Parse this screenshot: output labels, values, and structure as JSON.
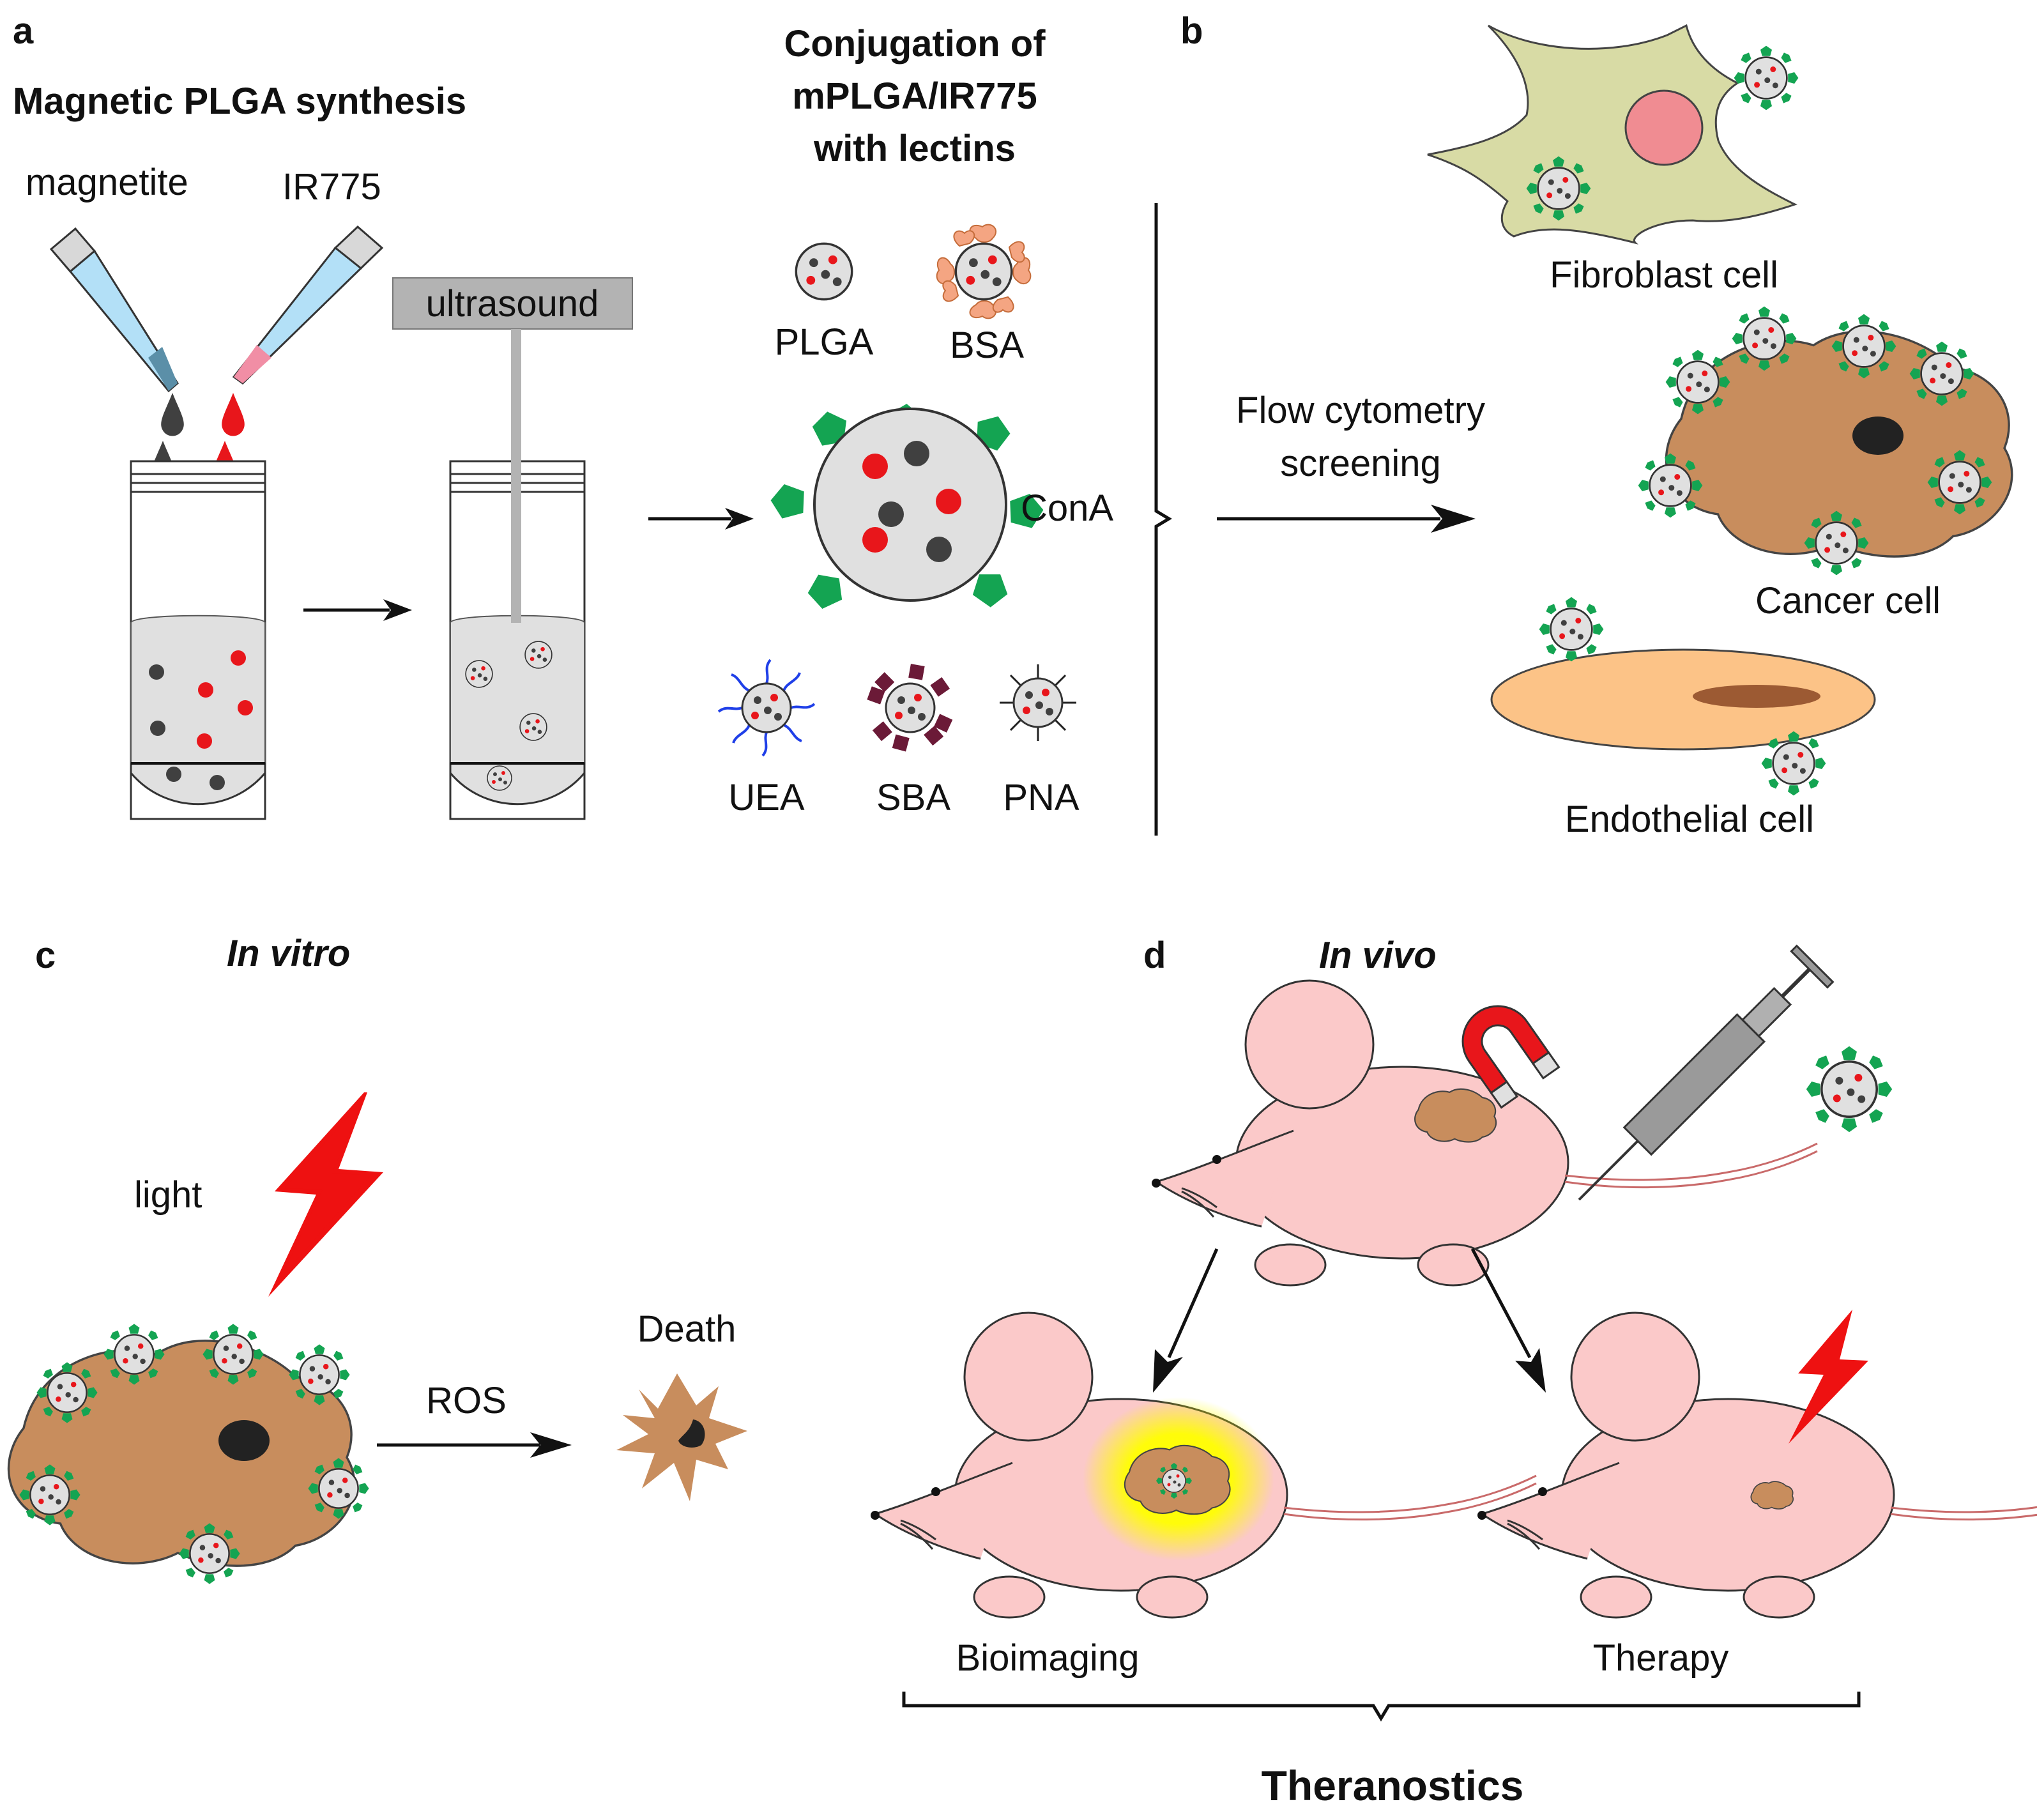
{
  "panel_a": {
    "letter": "a",
    "title": "Magnetic PLGA synthesis",
    "reagent_1": "magnetite",
    "reagent_2": "IR775",
    "device_label": "ultrasound"
  },
  "conjugation": {
    "title_line_1": "Conjugation of",
    "title_line_2": "mPLGA/IR775",
    "title_line_3": "with lectins",
    "particles": [
      "PLGA",
      "BSA",
      "ConA",
      "UEA",
      "SBA",
      "PNA"
    ]
  },
  "panel_b": {
    "letter": "b",
    "arrow_label_line_1": "Flow cytometry",
    "arrow_label_line_2": "screening",
    "cells": [
      "Fibroblast cell",
      "Cancer cell",
      "Endothelial cell"
    ]
  },
  "panel_c": {
    "letter": "c",
    "title": "In vitro",
    "stimulus": "light",
    "arrow_label": "ROS",
    "outcome": "Death"
  },
  "panel_d": {
    "letter": "d",
    "title": "In vivo",
    "branch_1": "Bioimaging",
    "branch_2": "Therapy",
    "summary": "Theranostics"
  },
  "colors": {
    "nanoparticle_fill": "#e0e0e0",
    "magnetite_dot": "#404040",
    "dye_dot": "#e8161b",
    "lectin_green": "#14a452",
    "bsa_orange": "#f4a582",
    "sba_maroon": "#6b1a37",
    "uea_blue": "#1f3fe8",
    "fibroblast": "#d8dba5",
    "fibroblast_nucleus": "#f08c92",
    "cancer_cell": "#c88d5d",
    "endothelial": "#fcc387",
    "endothelial_nucleus": "#9c5a33",
    "mouse": "#fbc9c9",
    "glow": "#ffff00",
    "lightning": "#ee1111",
    "pipette": "#b3e0f7"
  }
}
